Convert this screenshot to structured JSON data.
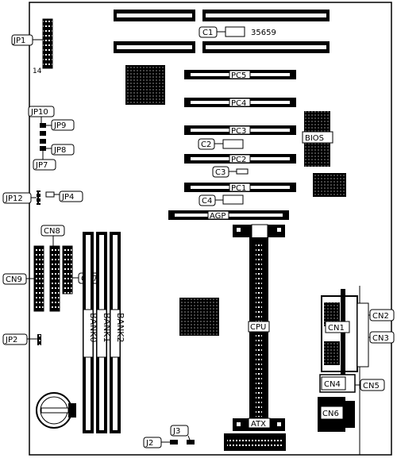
{
  "labels": {
    "jp1": "JP1",
    "jp1_pin": "14",
    "c1": "C1",
    "c1_code": "35659",
    "pc5": "PC5",
    "pc4": "PC4",
    "pc3": "PC3",
    "pc2": "PC2",
    "pc1": "PC1",
    "bios": "BIOS",
    "c2": "C2",
    "c3": "C3",
    "c4": "C4",
    "agp": "AGP",
    "jp10": "JP10",
    "jp9": "JP9",
    "jp8": "JP8",
    "jp7": "JP7",
    "jp12": "JP12",
    "jp4": "JP4",
    "cn8": "CN8",
    "cn9": "CN9",
    "cn7": "CN7",
    "jp2": "JP2",
    "bank0": "BANK0",
    "bank1": "BANK1",
    "bank2": "BANK2",
    "cpu": "CPU",
    "cn1": "CN1",
    "cn2": "CN2",
    "cn3": "CN3",
    "cn4": "CN4",
    "cn5": "CN5",
    "cn6": "CN6",
    "atx": "ATX",
    "j2": "J2",
    "j3": "J3"
  }
}
